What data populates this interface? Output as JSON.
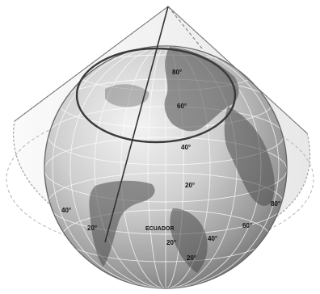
{
  "labels": {
    "equator": "ECUADOR",
    "lat_80": "80°",
    "lat_60_top": "60°",
    "lat_40_top": "40°",
    "lat_20_top": "20°",
    "lat_40_left": "40°",
    "lat_20_left": "20°",
    "lat_80_right": "80°",
    "lat_60_right": "60°",
    "lat_20_bottom_a": "20°",
    "lat_40_bottom": "40°",
    "lat_20_bottom_b": "20°"
  },
  "colors": {
    "cone_fill": "#f3f3f3",
    "cone_stroke": "#9a9a9a",
    "globe_light": "#f4f4f4",
    "globe_dark": "#6e6e6e",
    "grid": "#ffffff",
    "tangent_circle": "#3a3a3a",
    "land": "#4a4a4a"
  },
  "icons": {
    "cone": "conic-projection-cone",
    "globe": "earth-globe"
  }
}
